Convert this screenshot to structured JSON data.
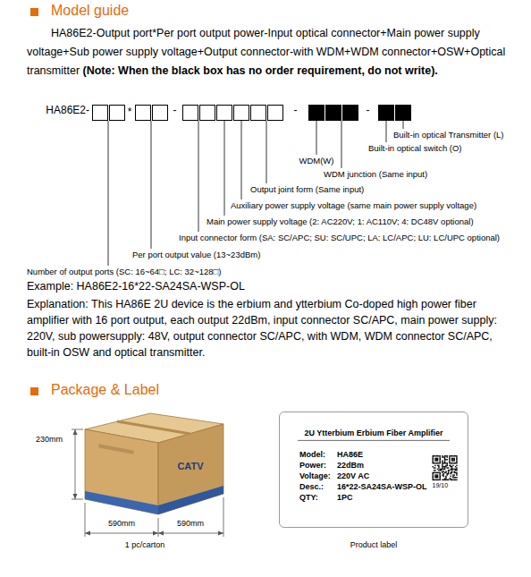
{
  "diagram": {
    "nodes": [
      {
        "text": [
          "2U Ytterbium Erbium Fiber Amplifier",
          "Model:",
          "HA86E",
          "Power:",
          "22dBm",
          "Voltage:",
          "220V AC",
          "Desc.:",
          "16*22-SA24SA-WSP-OL",
          "QTY:",
          "1PC",
          "19/10"
        ]
      }
    ],
    "labels": [
      "Model guide",
      "HA86E2-Output port*Per port output power-Input optical connector+Main power supply voltage+Sub power supply voltage+Output connector-with WDM+WDM connector+OSW+Optical transmitter",
      "(Note: When the black box has no order requirement, do not write).",
      "HA86E2-",
      "*",
      "-",
      "-",
      "-",
      "Built-in optical Transmitter (L)",
      "Built-in optical switch (O)",
      "WDM(W)",
      "WDM junction (Same input)",
      "Output joint form (Same input)",
      "Auxiliary power supply voltage (same main power supply voltage)",
      "Main power supply voltage (2: AC220V; 1: AC110V; 4: DC48V optional)",
      "Input connector form (SA: SC/APC; SU: SC/UPC; LA: LC/APC; LU: LC/UPC optional)",
      "Per port output value (13~23dBm)",
      "Number of output ports (SC: 16~64□; LC: 32~128□)",
      "Example: HA86E2-16*22-SA24SA-WSP-OL",
      "Explanation: This HA86E 2U device is the erbium and ytterbium Co-doped high power fiber amplifier with 16 port output, each output 22dBm, input connector SC/APC, main power supply: 220V, sub powersupply: 48V, output connector SC/APC, with WDM, WDM connector SC/APC, built-in OSW and optical transmitter.",
      "Package & Label",
      "230mm",
      "CATV",
      "590mm",
      "590mm",
      "1 pc/carton",
      "Product label"
    ]
  }
}
